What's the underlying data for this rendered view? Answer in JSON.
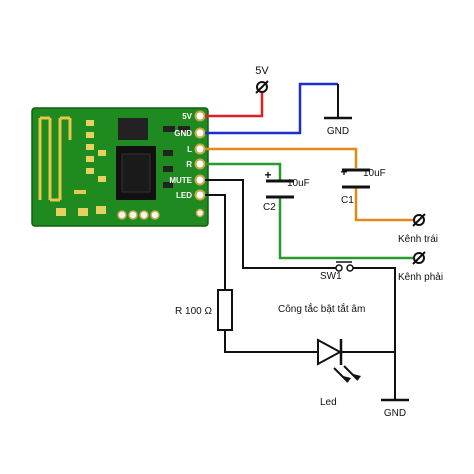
{
  "module": {
    "pins": [
      "5V",
      "GND",
      "L",
      "R",
      "MUTE",
      "LED"
    ],
    "pcb_color": "#1f8a1f",
    "antenna_color": "#e6c84a"
  },
  "labels": {
    "supply": "5V",
    "ground_top": "GND",
    "ground_bottom": "GND",
    "c1_value": "10uF",
    "c1_name": "C1",
    "c2_value": "10uF",
    "c2_name": "C2",
    "left_out": "Kênh trái",
    "right_out": "Kênh phải",
    "switch_name": "SW1",
    "switch_desc": "Công tắc bật tắt âm",
    "resistor": "R  100 Ω",
    "led": "Led"
  },
  "wire_colors": {
    "power": "#e02020",
    "ground": "#1a2fd0",
    "left": "#e08a1a",
    "right": "#2a9a2a",
    "signal": "#111111"
  }
}
